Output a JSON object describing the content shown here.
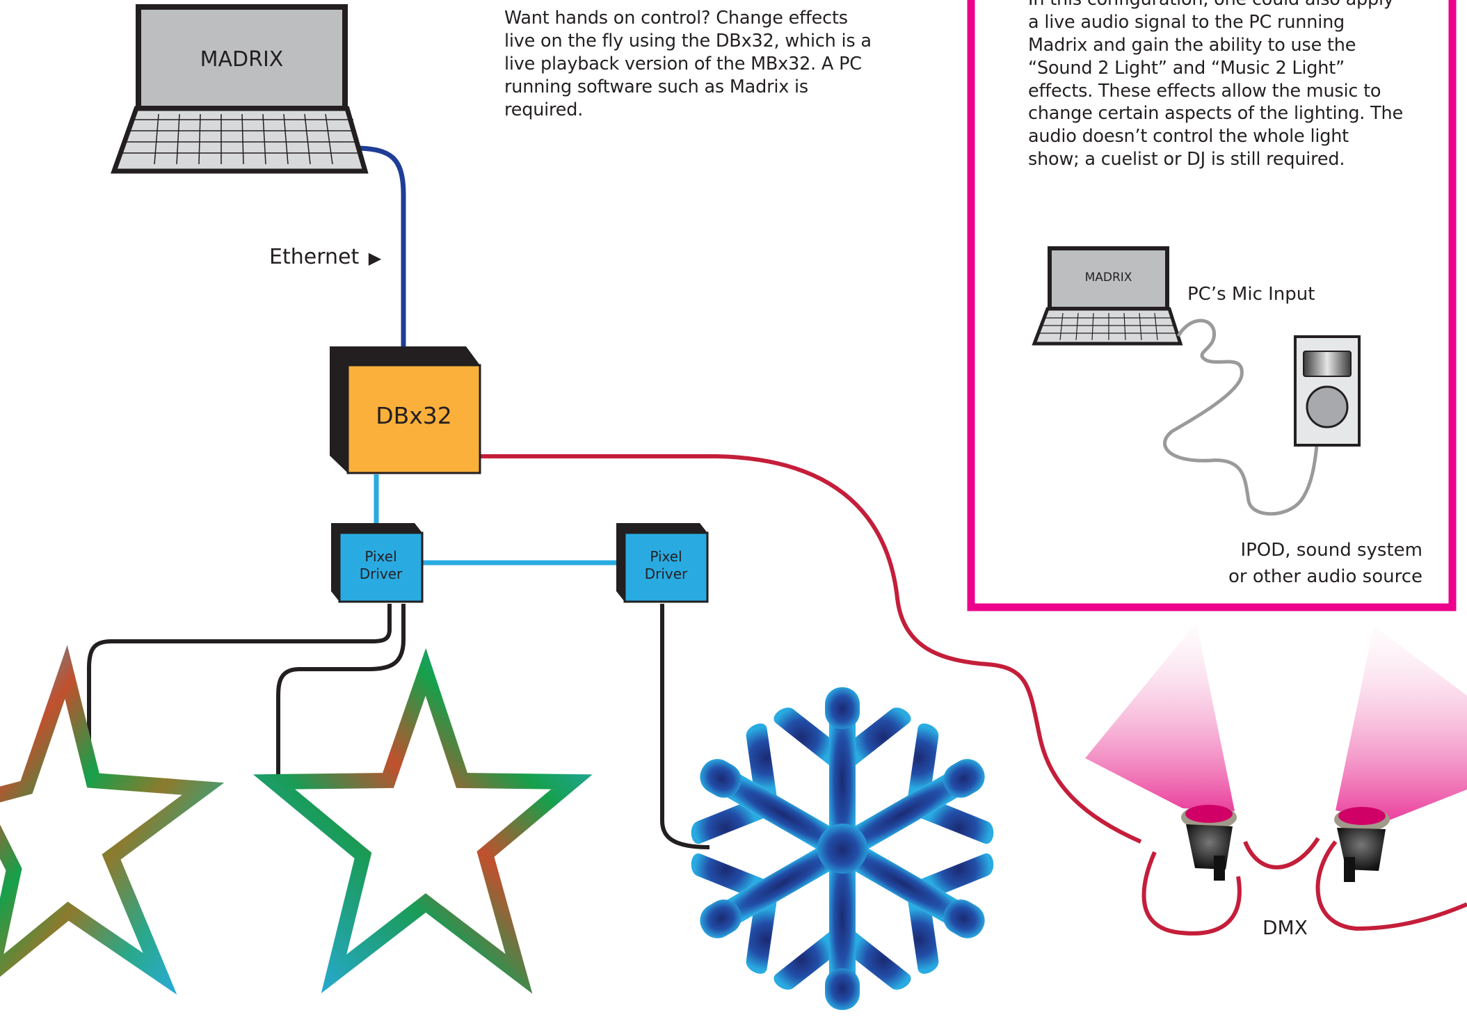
{
  "labels": {
    "madrix_main": "MADRIX",
    "madrix_small": "MADRIX",
    "ethernet": "Ethernet",
    "dbx32": "DBx32",
    "pixel_driver_1": [
      "Pixel",
      "Driver"
    ],
    "pixel_driver_2": [
      "Pixel",
      "Driver"
    ],
    "pc_mic_input": "PC’s Mic Input",
    "audio_source": [
      "IPOD, sound system",
      "or other audio source"
    ],
    "dmx": "DMX"
  },
  "text_blocks": {
    "intro": "Want hands on control?  Change effects live on the fly using the DBx32, which is a live playback version of the MBx32.  A PC running software such as Madrix is required.",
    "sidebar": "In this configuration, one could also apply a live audio signal to the PC running Madrix and gain the ability to use the “Sound 2 Light” and “Music 2 Light” effects.  These effects allow the music to change certain aspects of the lighting.  The audio doesn’t control the whole light show; a cuelist or DJ is still required."
  },
  "colors": {
    "ethernet_cable": "#1f3d96",
    "dmx_cable": "#c41e3a",
    "pixel_link_cable": "#29abe2",
    "driver_output_cable": "#231f20",
    "dbx32_box": "#fbb03b",
    "pixel_driver_box": "#29abe2",
    "sidebar_border": "#ec008c",
    "laptop_screen": "#bcbec0"
  }
}
